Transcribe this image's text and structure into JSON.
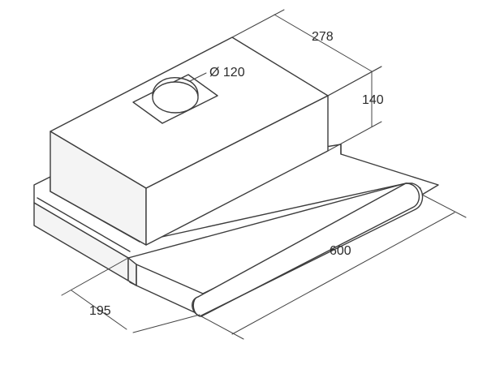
{
  "diagram": {
    "dimensions": {
      "duct_diameter": "Ø 120",
      "depth": "278",
      "height": "140",
      "width": "600",
      "slider_depth": "195"
    }
  }
}
